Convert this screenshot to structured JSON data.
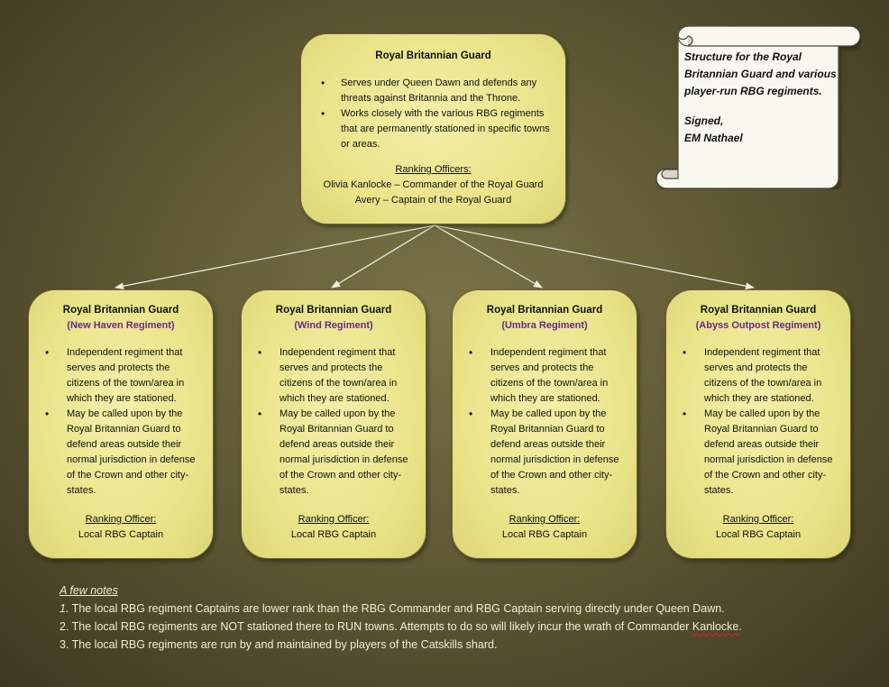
{
  "top_box": {
    "title": "Royal Britannian Guard",
    "bullets": [
      "Serves under Queen Dawn and defends any threats against Britannia and the Throne.",
      "Works closely with the various RBG regiments that are permanently stationed in specific towns or areas."
    ],
    "ranking_heading": "Ranking Officers:",
    "officers": [
      "Olivia Kanlocke – Commander of the Royal Guard",
      "Avery – Captain of the Royal Guard"
    ]
  },
  "regiments": [
    {
      "title": "Royal Britannian Guard",
      "subtitle": "(New Haven Regiment)",
      "bullet1": "Independent regiment that serves and protects the citizens of the town/area in which they are stationed.",
      "bullet2": "May be called upon by the Royal Britannian Guard to defend areas outside their normal jurisdiction in defense of the Crown and other city-states.",
      "ranking_heading": "Ranking Officer:",
      "officer": "Local RBG Captain"
    },
    {
      "title": "Royal Britannian Guard",
      "subtitle": "(Wind Regiment)",
      "bullet1": "Independent regiment that serves and protects the citizens of the town/area in which they are stationed.",
      "bullet2": "May be called upon by the Royal Britannian Guard to defend areas outside their normal jurisdiction in defense of the Crown and other city-states.",
      "ranking_heading": "Ranking Officer:",
      "officer": "Local RBG Captain"
    },
    {
      "title": "Royal Britannian Guard",
      "subtitle": "(Umbra Regiment)",
      "bullet1": "Independent regiment that serves and protects the citizens of the town/area in which they are stationed.",
      "bullet2": "May be called upon by the Royal Britannian Guard to defend areas outside their normal jurisdiction in defense of the Crown and other city-states.",
      "ranking_heading": "Ranking Officer:",
      "officer": "Local RBG Captain"
    },
    {
      "title": "Royal Britannian Guard",
      "subtitle": "(Abyss Outpost Regiment)",
      "bullet1": "Independent regiment that serves and protects the citizens of the town/area in which they are stationed.",
      "bullet2": "May be called upon by the Royal Britannian Guard to defend areas outside their normal jurisdiction in defense of the Crown and other city-states.",
      "ranking_heading": "Ranking Officer:",
      "officer": "Local RBG Captain"
    }
  ],
  "scroll": {
    "text": "Structure for the Royal Britannian Guard and various player-run RBG regiments.",
    "signed": "Signed,",
    "signer": "EM Nathael"
  },
  "notes": {
    "heading": "A few notes",
    "note1_num": "1.",
    "note1": " The local RBG regiment Captains are lower rank than the RBG Commander and RBG Captain serving directly under Queen Dawn.",
    "note2_pre": "2. The local RBG regiments are NOT stationed there to RUN towns.  Attempts to do so will likely incur the wrath of Commander ",
    "note2_name": "Kanlocke",
    "note2_post": ".",
    "note3": "3. The local RBG regiments are run by and maintained by players of the Catskills shard."
  },
  "colors": {
    "background": "#615a35",
    "box_fill": "#e8e285",
    "subtitle": "#6a2a8a",
    "notes_text": "#efeed8"
  }
}
